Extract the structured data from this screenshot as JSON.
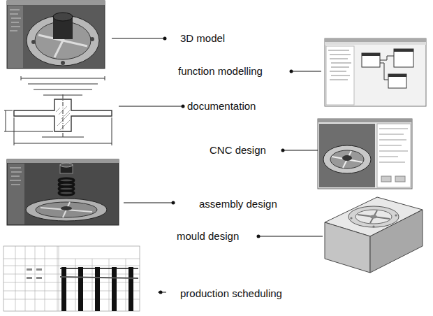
{
  "diagram": {
    "labels": [
      "3D model",
      "function modelling",
      "documentation",
      "CNC design",
      "assembly design",
      "mould design",
      "production scheduling"
    ]
  }
}
